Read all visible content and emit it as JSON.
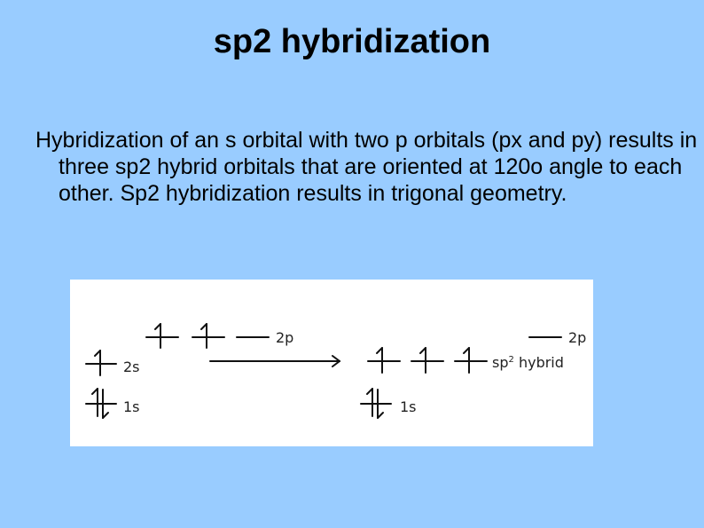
{
  "slide": {
    "title": "sp2 hybridization",
    "body": "Hybridization of an s orbital with two p orbitals (px and py) results in three sp2 hybrid orbitals that are oriented at 120o angle to each other. Sp2 hybridization results in trigonal geometry."
  },
  "diagram": {
    "left": {
      "label_2p": "2p",
      "label_2s": "2s",
      "label_1s": "1s"
    },
    "right": {
      "label_2p": "2p",
      "label_hybrid_prefix": "sp",
      "label_hybrid_sup": "2",
      "label_hybrid_suffix": " hybrid",
      "label_1s": "1s"
    }
  }
}
